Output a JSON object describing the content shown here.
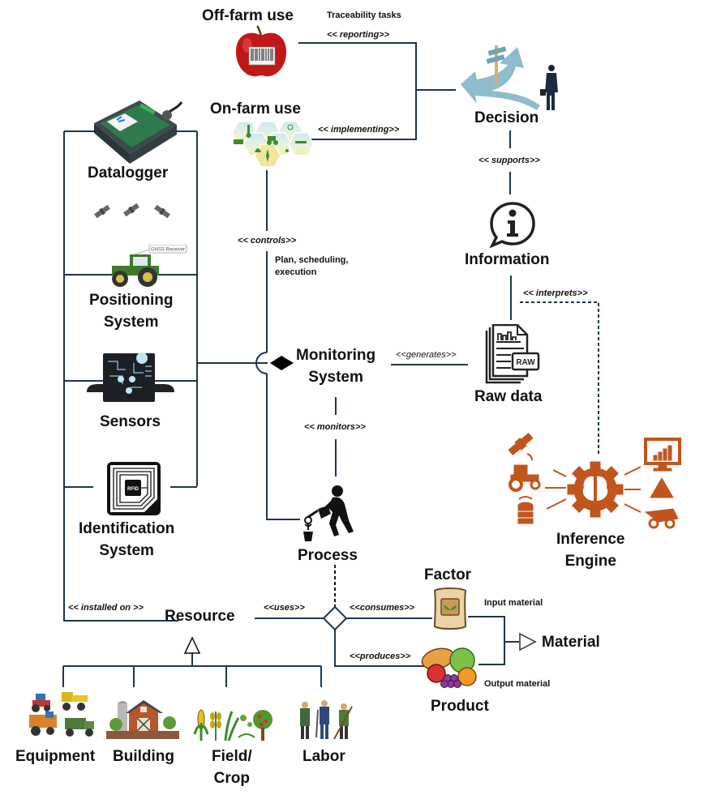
{
  "nodes": {
    "off_farm": {
      "label": "Off-farm use",
      "icon": "apple-barcode-icon"
    },
    "on_farm": {
      "label": "On-farm use",
      "icon": "hexagon-farm-icons"
    },
    "decision": {
      "label": "Decision",
      "icon": "crossroads-businessman-icon"
    },
    "information": {
      "label": "Information",
      "icon": "info-speech-bubble-icon"
    },
    "raw_data": {
      "label": "Raw data",
      "icon": "raw-document-icon",
      "badge": "RAW"
    },
    "monitoring": {
      "label_line1": "Monitoring",
      "label_line2": "System"
    },
    "datalogger": {
      "label": "Datalogger",
      "icon": "datalogger-box-icon"
    },
    "positioning": {
      "label_line1": "Positioning",
      "label_line2": "System",
      "icon": "tractor-gnss-icon",
      "gnss_tag": "GNSS Receiver"
    },
    "sensors": {
      "label": "Sensors",
      "icon": "circuit-board-icon"
    },
    "identification": {
      "label_line1": "Identification",
      "label_line2": "System",
      "icon": "rfid-tag-icon",
      "chip_text": "RFID"
    },
    "process": {
      "label": "Process",
      "icon": "person-watering-plant-icon"
    },
    "inference": {
      "label_line1": "Inference",
      "label_line2": "Engine",
      "icon": "gear-brain-icon"
    },
    "resource": {
      "label": "Resource"
    },
    "factor": {
      "label": "Factor",
      "icon": "seed-bag-icon"
    },
    "product": {
      "label": "Product",
      "icon": "food-basket-icon"
    },
    "material": {
      "label": "Material"
    },
    "equipment": {
      "label": "Equipment",
      "icon": "farm-machinery-icon"
    },
    "building": {
      "label": "Building",
      "icon": "barn-icon"
    },
    "field_crop": {
      "label_line1": "Field/",
      "label_line2": "Crop",
      "icon": "crops-icon"
    },
    "labor": {
      "label": "Labor",
      "icon": "farm-workers-icon"
    }
  },
  "relations": {
    "reporting": "<< reporting>>",
    "implementing": "<< implementing>>",
    "supports": "<< supports>>",
    "interprets": "<< interprets>>",
    "controls": "<< controls>>",
    "generates": "<<generates>>",
    "monitors": "<< monitors>>",
    "installed_on": "<< installed on >>",
    "uses": "<<uses>>",
    "consumes": "<<consumes>>",
    "produces": "<<produces>>"
  },
  "notes": {
    "traceability": "Traceability tasks",
    "plan_line1": "Plan, scheduling,",
    "plan_line2": "execution",
    "input_material": "Input material",
    "output_material": "Output material"
  },
  "colors": {
    "wire": "#1f3550",
    "inference_orange": "#c0561c",
    "tractor_green": "#3d7a2a"
  }
}
